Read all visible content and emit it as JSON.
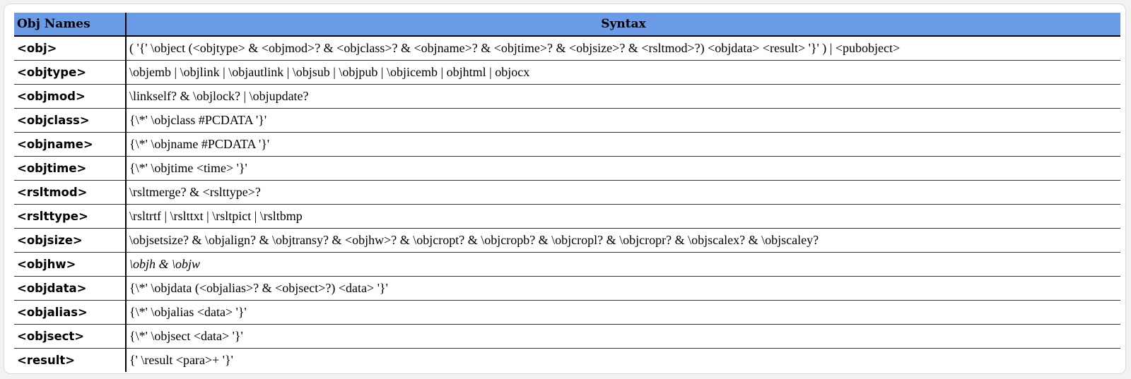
{
  "table": {
    "headers": {
      "name": "Obj Names",
      "syntax": "Syntax"
    },
    "rows": [
      {
        "name": "<obj>",
        "syntax": "( '{' \\object (<objtype> & <objmod>? & <objclass>? & <objname>? & <objtime>? & <objsize>? & <rsltmod>?) <objdata> <result> '}' ) | <pubobject>",
        "italic": false
      },
      {
        "name": "<objtype>",
        "syntax": "\\objemb | \\objlink | \\objautlink | \\objsub | \\objpub | \\objicemb | objhtml | objocx",
        "italic": false
      },
      {
        "name": "<objmod>",
        "syntax": "\\linkself? & \\objlock? | \\objupdate?",
        "italic": false
      },
      {
        "name": "<objclass>",
        "syntax": "{\\*' \\objclass #PCDATA '}'",
        "italic": false
      },
      {
        "name": "<objname>",
        "syntax": "{\\*' \\objname #PCDATA '}'",
        "italic": false
      },
      {
        "name": "<objtime>",
        "syntax": "{\\*' \\objtime <time> '}'",
        "italic": false
      },
      {
        "name": "<rsltmod>",
        "syntax": "\\rsltmerge? & <rslttype>?",
        "italic": false
      },
      {
        "name": "<rslttype>",
        "syntax": "\\rsltrtf | \\rslttxt | \\rsltpict | \\rsltbmp",
        "italic": false
      },
      {
        "name": "<objsize>",
        "syntax": "\\objsetsize? & \\objalign? & \\objtransy? & <objhw>? & \\objcropt? & \\objcropb? & \\objcropl? & \\objcropr? & \\objscalex? & \\objscaley?",
        "italic": false
      },
      {
        "name": "<objhw>",
        "syntax": "\\objh & \\objw",
        "italic": true
      },
      {
        "name": "<objdata>",
        "syntax": "{\\*' \\objdata (<objalias>? & <objsect>?) <data> '}'",
        "italic": false
      },
      {
        "name": "<objalias>",
        "syntax": "{\\*' \\objalias <data> '}'",
        "italic": false
      },
      {
        "name": "<objsect>",
        "syntax": "{\\*' \\objsect <data> '}'",
        "italic": false
      },
      {
        "name": "<result>",
        "syntax": "{' \\result <para>+ '}'",
        "italic": false
      }
    ]
  },
  "colors": {
    "header_bg": "#6a9be6",
    "border": "#000000"
  }
}
